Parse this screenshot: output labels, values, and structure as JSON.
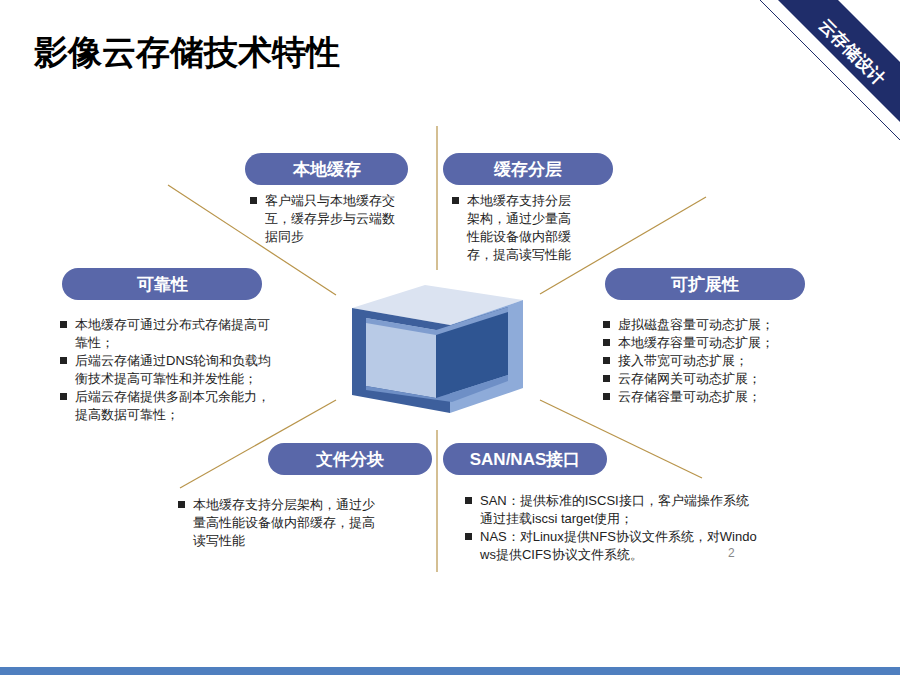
{
  "diagram": {
    "title": "影像云存储技术特性",
    "nodes": [
      {
        "text": [
          "本地缓存",
          "客户端只与本地缓存交互，缓存异步与云端数据同步"
        ]
      },
      {
        "text": [
          "缓存分层",
          "本地缓存支持分层架构，通过少量高性能设备做内部缓存，提高读写性能"
        ]
      },
      {
        "text": [
          "可靠性",
          "本地缓存可通过分布式存储提高可靠性；",
          "后端云存储通过DNS轮询和负载均衡技术提高可靠性和并发性能；",
          "后端云存储提供多副本冗余能力，提高数据可靠性；"
        ]
      },
      {
        "text": [
          "可扩展性",
          "虚拟磁盘容量可动态扩展；",
          "本地缓存容量可动态扩展；",
          "接入带宽可动态扩展；",
          "云存储网关可动态扩展；",
          "云存储容量可动态扩展；"
        ]
      },
      {
        "text": [
          "文件分块",
          "本地缓存支持分层架构，通过少量高性能设备做内部缓存，提高读写性能"
        ]
      },
      {
        "text": [
          "SAN/NAS接口",
          "SAN：提供标准的ISCSI接口，客户端操作系统通过挂载iscsi target使用；",
          "NAS：对Linux提供NFS协议文件系统，对Windows提供CIFS协议文件系统。"
        ]
      }
    ],
    "labels": [
      "云存储设计",
      "2"
    ]
  }
}
